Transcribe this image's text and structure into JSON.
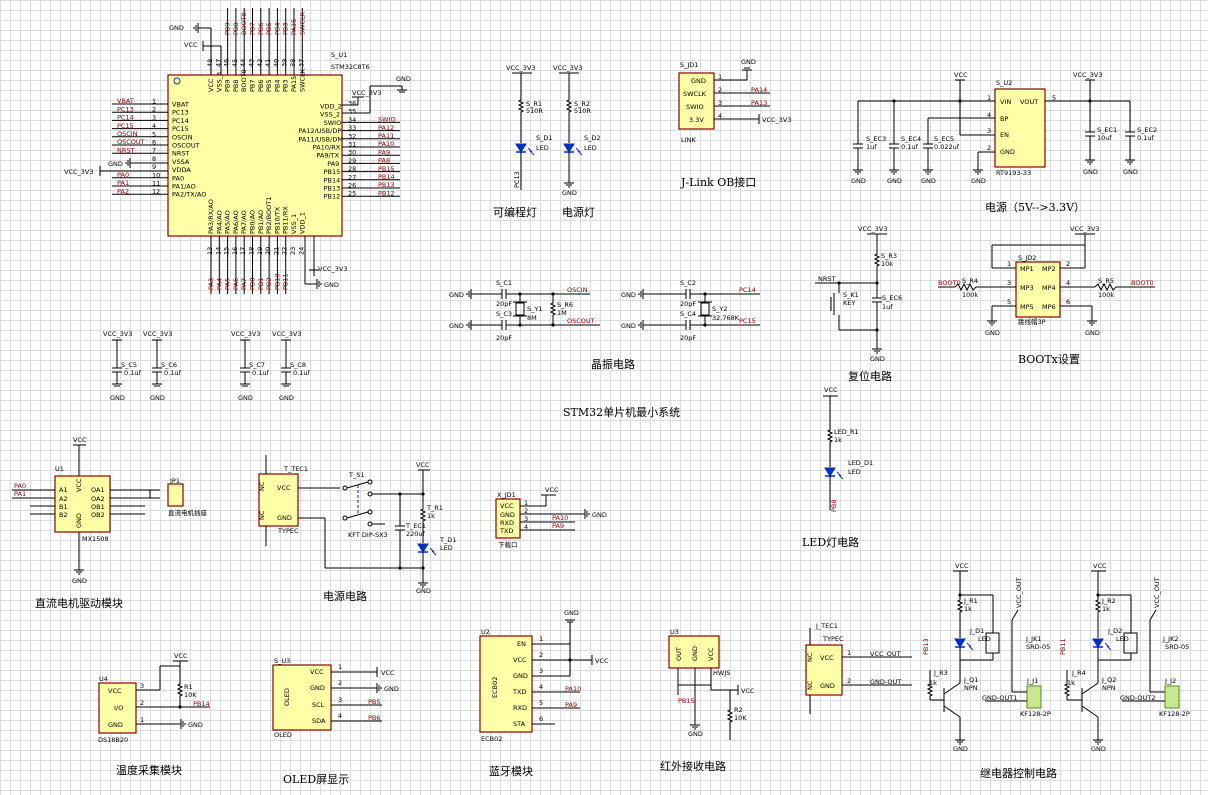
{
  "captions": {
    "prog_led": "可编程灯",
    "power_led": "电源灯",
    "jlink": "J-Link OB接口",
    "power": "电源（5V-->3.3V）",
    "crystal": "晶振电路",
    "stm32_min": "STM32单片机最小系统",
    "reset": "复位电路",
    "bootx": "BOOTx设置",
    "led_circuit": "LED灯电路",
    "dc_motor": "直流电机驱动模块",
    "power_circuit": "电源电路",
    "temp": "温度采集模块",
    "oled": "OLED屏显示",
    "bt": "蓝牙模块",
    "ir": "红外接收电路",
    "relay": "继电器控制电路"
  },
  "mcu": {
    "ref": "S_U1",
    "part": "STM32C8T6",
    "top_pins": [
      "PB9",
      "PB8",
      "BOOT0",
      "PB7",
      "PB6",
      "PB5",
      "PB4",
      "PB3",
      "PA15",
      "SWCLK"
    ],
    "top_nets": [
      "PB9",
      "PB8",
      "BOOT0",
      "PB7",
      "PB6",
      "PB5",
      "PB4",
      "PB3",
      "PA15",
      "SWCLK"
    ],
    "top_extra": [
      "VCC",
      "VSS_3"
    ],
    "top_nums": [
      "48",
      "47",
      "46",
      "45",
      "44",
      "43",
      "42",
      "41",
      "40",
      "39",
      "38",
      "37"
    ],
    "left_pins": [
      "VBAT",
      "PC13",
      "PC14",
      "PC15",
      "OSCIN",
      "OSCOUT",
      "NRST",
      "VSSA",
      "VDDA",
      "PA0",
      "PA1/AO",
      "PA2/TX/AO"
    ],
    "left_nets": [
      "VBAT",
      "PC13",
      "PC14",
      "PC15",
      "OSCIN",
      "OSCOUT",
      "NRST",
      "GND",
      "VCC_3V3",
      "PA0",
      "PA1",
      "PA2"
    ],
    "left_nums": [
      "1",
      "2",
      "3",
      "4",
      "5",
      "6",
      "7",
      "8",
      "9",
      "10",
      "11",
      "12"
    ],
    "right_pins": [
      "VDD_2",
      "VSS_2",
      "SWIO",
      "PA12/USB/DP",
      "PA11/USB/DM",
      "PA10/RX",
      "PA9/TX",
      "PA9",
      "PB15",
      "PB14",
      "PB13",
      "PB12"
    ],
    "right_nets": [
      "",
      "",
      "SWIO",
      "PA12",
      "PA11",
      "PA10",
      "PA9",
      "PA8",
      "PB15",
      "PB14",
      "PB13",
      "PB12"
    ],
    "right_nums": [
      "36",
      "35",
      "34",
      "33",
      "32",
      "31",
      "30",
      "29",
      "28",
      "27",
      "26",
      "25"
    ],
    "bottom_pins": [
      "PA3/RX/AO",
      "PA4/AO",
      "PA5/AO",
      "PA6/AO",
      "PA7/AO",
      "PB0/AO",
      "PB1/AO",
      "PB2/BOOT1",
      "PB10/TX",
      "PB11/RX",
      "VSS_1",
      "VDD_1"
    ],
    "bottom_nets": [
      "PA3",
      "PA4",
      "PA5",
      "PA6",
      "PA7",
      "PB0",
      "PB1",
      "PB2",
      "PB10",
      "PB11"
    ],
    "bottom_nums": [
      "13",
      "14",
      "15",
      "16",
      "17",
      "18",
      "19",
      "20",
      "21",
      "22",
      "23",
      "24"
    ]
  },
  "labels": {
    "gnd": "GND",
    "vcc": "VCC",
    "vcc33": "VCC_3V3",
    "vcc_out": "VCC_OUT",
    "gnd_out": "GND-OUT",
    "gnd_out1": "GND-OUT1",
    "gnd_out2": "GND-OUT2"
  },
  "leds": {
    "r1": "S_R1",
    "r1v": "510R",
    "d1": "S_D1",
    "d1t": "LED",
    "net1": "PC13",
    "r2": "S_R2",
    "r2v": "510R",
    "d2": "S_D2",
    "d2t": "LED"
  },
  "jlink": {
    "ref": "S_JD1",
    "pins": [
      "GND",
      "SWCLK",
      "SWIO",
      "3.3V"
    ],
    "nets": [
      "PA14",
      "PA13"
    ],
    "nums": [
      "1",
      "2",
      "3",
      "4"
    ],
    "name": "LINK"
  },
  "regulator": {
    "ref": "S_U2",
    "part": "RT9193-33",
    "pins_l": [
      "VIN",
      "BP",
      "EN",
      "GND"
    ],
    "pins_r": [
      "VOUT"
    ],
    "nums_l": [
      "1",
      "4",
      "3",
      "2"
    ],
    "num_r": "5",
    "caps": [
      {
        "ref": "S_EC3",
        "val": "1uf"
      },
      {
        "ref": "S_EC4",
        "val": "0.1uf"
      },
      {
        "ref": "S_EC5",
        "val": "0.022uf"
      },
      {
        "ref": "S_EC1",
        "val": "10uf"
      },
      {
        "ref": "S_EC2",
        "val": "0.1uf"
      }
    ]
  },
  "crystal": {
    "c1": "S_C1",
    "c1v": "20pF",
    "c3": "S_C3",
    "c3v": "20pF",
    "y1": "S_Y1",
    "y1v": "8M",
    "r6": "S_R6",
    "r6v": "1M",
    "oscin": "OSCIN",
    "oscout": "OSCOUT",
    "c2": "S_C2",
    "c2v": "20pF",
    "c4": "S_C4",
    "c4v": "20pF",
    "y2": "S_Y2",
    "y2v": "32.768K",
    "pc14": "PC14",
    "pc15": "PC15"
  },
  "reset": {
    "r3": "S_R3",
    "r3v": "10k",
    "k1": "S_K1",
    "k1t": "KEY",
    "ec6": "S_EC6",
    "ec6v": "1uf",
    "net": "NRST"
  },
  "boot": {
    "jd2": "S_JD2",
    "pins": [
      "MP1",
      "MP2",
      "MP3",
      "MP4",
      "MP5",
      "MP6"
    ],
    "nums": [
      "1",
      "2",
      "3",
      "4",
      "5",
      "6"
    ],
    "r4": "S_R4",
    "r4v": "100k",
    "r5": "S_R5",
    "r5v": "100k",
    "boot0": "BOOT0",
    "part": "跳线帽3P"
  },
  "decoupling": [
    {
      "ref": "S_C5",
      "val": "0.1uf"
    },
    {
      "ref": "S_C6",
      "val": "0.1uf"
    },
    {
      "ref": "S_C7",
      "val": "0.1uf"
    },
    {
      "ref": "S_C8",
      "val": "0.1uf"
    }
  ],
  "led_circuit": {
    "r": "LED_R1",
    "rv": "1k",
    "d": "LED_D1",
    "dt": "LED",
    "net": "PB8"
  },
  "motor": {
    "ref": "U1",
    "part": "MX1508",
    "pins_l": [
      "A1",
      "A2",
      "B1",
      "B2"
    ],
    "pins_r": [
      "OA1",
      "OA2",
      "OB1",
      "OB2"
    ],
    "nets": [
      "PA0",
      "PA1"
    ],
    "jp": "JP1",
    "jpt": "直流电机插座",
    "vcc": "VCC",
    "gnd": "GND",
    "nums": [
      "1",
      "2",
      "3",
      "4",
      "5",
      "6",
      "7",
      "8"
    ]
  },
  "power_circ": {
    "tec": "T_TEC1",
    "part": "TYPEC",
    "nc": "NC",
    "s1": "T_S1",
    "s1t": "KFT DIP-SX3",
    "r1": "T_R1",
    "r1v": "1k",
    "ec": "T_EC1",
    "ecv": "220uf",
    "d1": "T_D1",
    "d1t": "LED"
  },
  "uart": {
    "ref": "X_JD1",
    "pins": [
      "VCC",
      "GND",
      "RXD",
      "TXD"
    ],
    "nets": [
      "PA10",
      "PA9"
    ],
    "name": "下载口",
    "nums": [
      "1",
      "2",
      "3",
      "4"
    ]
  },
  "relay_led": {
    "vcc": "VCC"
  },
  "ds18b20": {
    "ref": "U4",
    "pins": [
      "VCC",
      "I/O",
      "GND"
    ],
    "nums": [
      "3",
      "2",
      "1"
    ],
    "part": "DS18B20",
    "r": "R1",
    "rv": "10K",
    "net": "PB14"
  },
  "oled_mod": {
    "ref": "S_U3",
    "pins": [
      "VCC",
      "GND",
      "SCL",
      "SDA"
    ],
    "nums": [
      "1",
      "2",
      "3",
      "4"
    ],
    "part": "OLED",
    "nets": [
      "PB5",
      "PB6"
    ]
  },
  "bt": {
    "ref": "U2",
    "pins": [
      "EN",
      "VCC",
      "GND",
      "TXD",
      "RXD",
      "STA"
    ],
    "nums": [
      "1",
      "2",
      "3",
      "4",
      "5",
      "6"
    ],
    "part": "ECB02",
    "nets": [
      "PA10",
      "PA9"
    ]
  },
  "ir": {
    "ref": "U3",
    "pins": [
      "OUT",
      "GND",
      "VCC"
    ],
    "part": "HWJS",
    "net": "PB15",
    "r": "R2",
    "rv": "10K"
  },
  "typec2": {
    "ref": "J_TEC1",
    "part": "TYPEC",
    "pins": [
      "VCC",
      "GND"
    ],
    "nc": "NC",
    "nums": [
      "1",
      "2"
    ]
  },
  "relay1": {
    "r1": "J_R1",
    "r1v": "1k",
    "d1": "J_D1",
    "d1t": "LED",
    "r3": "J_R3",
    "r3v": "1k",
    "q": "J_Q1",
    "qt": "NPN",
    "jk": "J_JK1",
    "jkt": "SRD-05",
    "j": "J_J1",
    "jt": "KF128-2P",
    "net": "PB13"
  },
  "relay2": {
    "r2": "J_R2",
    "r2v": "1k",
    "d2": "J_D2",
    "d2t": "LED",
    "r4": "J_R4",
    "r4v": "1k",
    "q": "J_Q2",
    "qt": "NPN",
    "jk": "J_JK2",
    "jkt": "SRD-05",
    "j": "J_J2",
    "jt": "KF128-2P",
    "net": "PB11"
  }
}
